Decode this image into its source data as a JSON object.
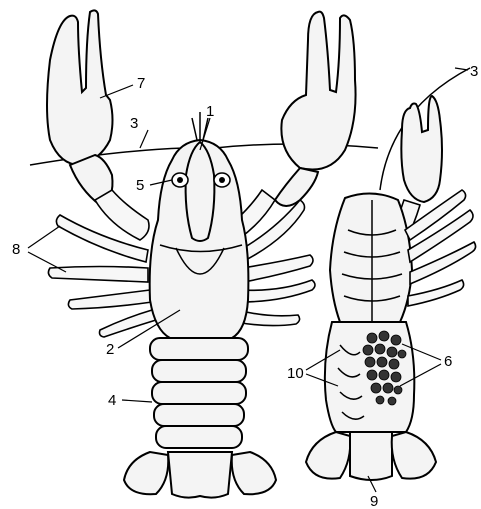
{
  "figure": {
    "labels": {
      "l1": "1",
      "l2": "2",
      "l3a": "3",
      "l3b": "3",
      "l4": "4",
      "l5": "5",
      "l6": "6",
      "l7": "7",
      "l8": "8",
      "l9": "9",
      "l10": "10"
    }
  }
}
